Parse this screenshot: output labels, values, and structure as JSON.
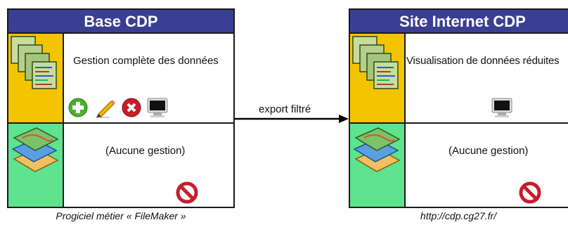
{
  "left_panel": {
    "title": "Base CDP",
    "row1_text": "Gestion complète des données",
    "row2_text": "(Aucune gestion)",
    "caption": "Progiciel métier « FileMaker »",
    "row1_icons": [
      "add-icon",
      "pencil-icon",
      "delete-icon",
      "monitor-icon"
    ],
    "row2_icons": [
      "prohibited-icon"
    ]
  },
  "right_panel": {
    "title": "Site Internet CDP",
    "row1_text": "Visualisation de données réduites",
    "row2_text": "(Aucune gestion)",
    "caption": "http://cdp.cg27.fr/",
    "row1_icons": [
      "monitor-icon"
    ],
    "row2_icons": [
      "prohibited-icon"
    ]
  },
  "arrow": {
    "label": "export filtré"
  },
  "colors": {
    "title_bg": "#3a3f93",
    "row1_icon_bg": "#f5c400",
    "row2_icon_bg": "#5ee38f"
  }
}
